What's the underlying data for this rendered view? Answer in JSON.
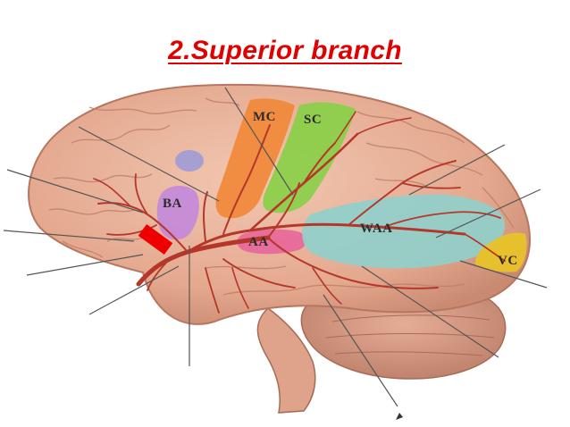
{
  "slide": {
    "title": "2.Superior branch",
    "title_color": "#e10000"
  },
  "brain_areas": [
    {
      "id": "motor-cortex",
      "label": "MC",
      "color": "#f08a3c"
    },
    {
      "id": "sensory-cortex",
      "label": "SC",
      "color": "#8ccf4a"
    },
    {
      "id": "brocas-area",
      "label": "BA",
      "color": "#c58ad8"
    },
    {
      "id": "auditory-area",
      "label": "AA",
      "color": "#e76a9a"
    },
    {
      "id": "wernickes-area",
      "label": "WAA",
      "color": "#8fd0cc"
    },
    {
      "id": "visual-cortex",
      "label": "VC",
      "color": "#e8c22a"
    }
  ],
  "colors": {
    "brain_tissue": "#e9b7a0",
    "artery": "#b5372a",
    "marker": "#ee0000",
    "leader_line": "#555555"
  },
  "icons": {
    "occlusion_marker": "red-rectangle-marker"
  }
}
